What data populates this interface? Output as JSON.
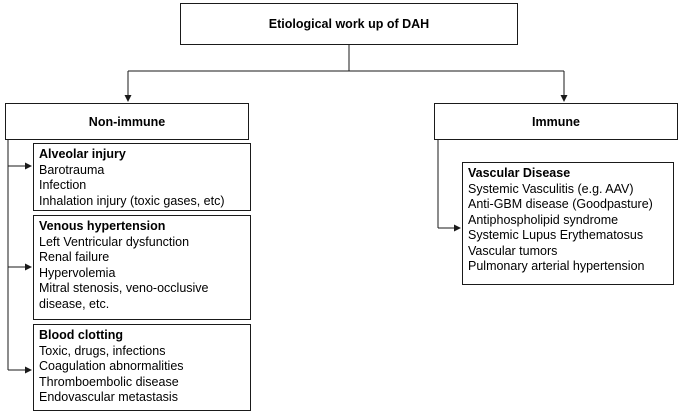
{
  "root": {
    "title": "Etiological work up of DAH"
  },
  "non_immune": {
    "title": "Non-immune",
    "groups": [
      {
        "title": "Alveolar injury",
        "items": [
          "Barotrauma",
          "Infection",
          "Inhalation injury (toxic gases, etc)"
        ]
      },
      {
        "title": "Venous hypertension",
        "items": [
          "Left Ventricular dysfunction",
          "Renal failure",
          "Hypervolemia",
          "Mitral stenosis, veno-occlusive disease, etc."
        ]
      },
      {
        "title": "Blood clotting",
        "items": [
          "Toxic, drugs, infections",
          "Coagulation abnormalities",
          "Thromboembolic disease",
          "Endovascular metastasis"
        ]
      }
    ]
  },
  "immune": {
    "title": "Immune",
    "groups": [
      {
        "title": "Vascular Disease",
        "items": [
          "Systemic Vasculitis (e.g. AAV)",
          "Anti-GBM disease (Goodpasture)",
          "Antiphospholipid syndrome",
          "Systemic Lupus Erythematosus",
          "Vascular tumors",
          "Pulmonary arterial hypertension"
        ]
      }
    ]
  }
}
